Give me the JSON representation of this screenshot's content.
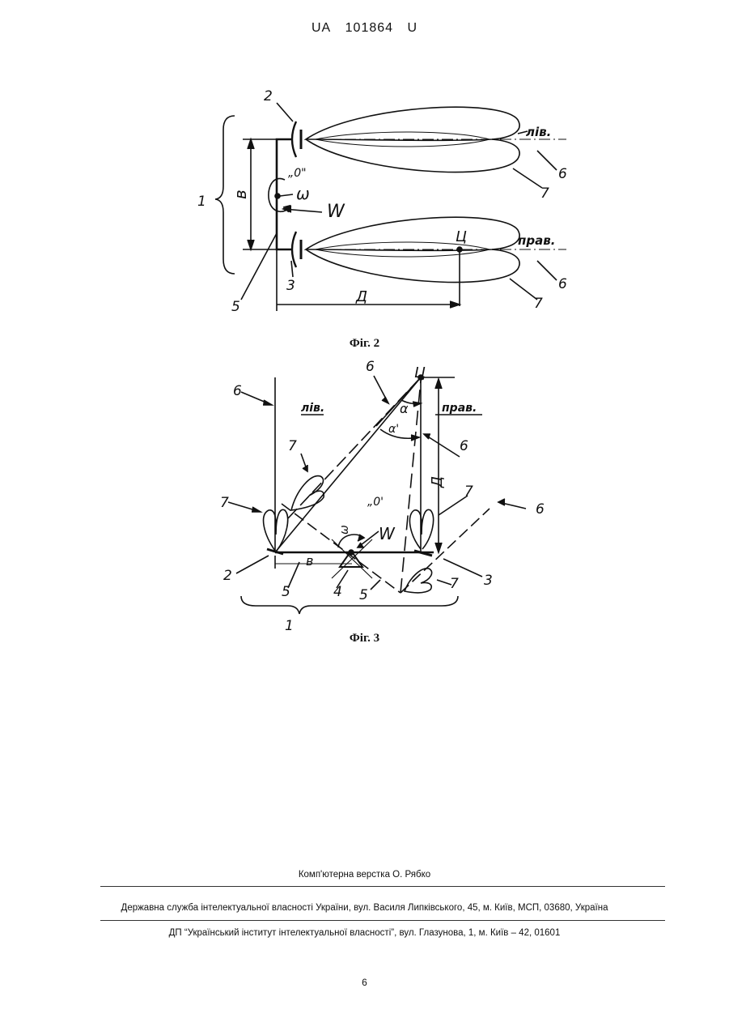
{
  "header": {
    "country": "UA",
    "number": "101864",
    "kind": "U"
  },
  "fig2": {
    "caption": "Фіг. 2",
    "labels": {
      "n1": "1",
      "n2": "2",
      "n3": "3",
      "n5": "5",
      "n6a": "6",
      "n6b": "6",
      "n7a": "7",
      "n7b": "7",
      "b": "в",
      "o": "„0\"",
      "omega": "ω",
      "w": "W",
      "ts": "Ц",
      "d": "Д",
      "left": "лів.",
      "right": "прав."
    }
  },
  "fig3": {
    "caption": "Фіг. 3",
    "labels": {
      "n1": "1",
      "n2": "2",
      "n3": "3",
      "n4": "4",
      "n5a": "5",
      "n5b": "5",
      "n6a": "6",
      "n6b": "6",
      "n6c": "6",
      "n6d": "6",
      "n7a": "7",
      "n7b": "7",
      "n7c": "7",
      "n7d": "7",
      "ts": "Ц",
      "alpha": "α",
      "alpha2": "α'",
      "left": "лів.",
      "right": "прав.",
      "d": "Д",
      "b": "в",
      "o": "„0'",
      "omega": "ω",
      "w": "W"
    }
  },
  "footer": {
    "layout": "Комп'ютерна верстка О. Рябко",
    "service": "Державна служба інтелектуальної власності України, вул. Василя Липківського, 45, м. Київ, МСП, 03680, Україна",
    "institute": "ДП “Український інститут інтелектуальної власності”, вул. Глазунова, 1, м. Київ – 42, 01601"
  },
  "page_number": "6"
}
